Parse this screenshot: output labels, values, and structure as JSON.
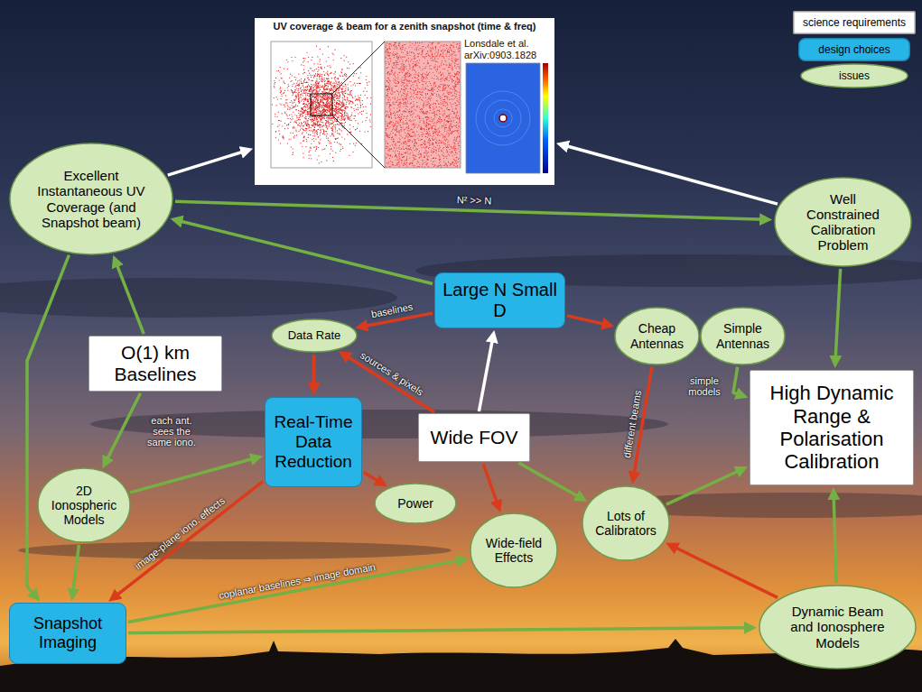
{
  "diagram": {
    "nodes": [
      {
        "text": [
          "UV coverage & beam for a zenith snapshot (time & freq)",
          "Lonsdale et al. arXiv:0903.1828"
        ]
      },
      {
        "text": [
          "Excellent Instantaneous UV Coverage (and Snapshot beam)"
        ]
      },
      {
        "text": [
          "Well Constrained Calibration Problem"
        ]
      },
      {
        "text": [
          "Large N Small D"
        ]
      },
      {
        "text": [
          "Data Rate"
        ]
      },
      {
        "text": [
          "Cheap Antennas"
        ]
      },
      {
        "text": [
          "Simple Antennas"
        ]
      },
      {
        "text": [
          "O(1) km Baselines"
        ]
      },
      {
        "text": [
          "Real-Time Data Reduction"
        ]
      },
      {
        "text": [
          "Wide FOV"
        ]
      },
      {
        "text": [
          "High Dynamic Range & Polarisation Calibration"
        ]
      },
      {
        "text": [
          "2D Ionospheric Models"
        ]
      },
      {
        "text": [
          "Power"
        ]
      },
      {
        "text": [
          "Lots of Calibrators"
        ]
      },
      {
        "text": [
          "Wide-field Effects"
        ]
      },
      {
        "text": [
          "Snapshot Imaging"
        ]
      },
      {
        "text": [
          "Dynamic Beam and Ionosphere Models"
        ]
      }
    ],
    "edges": [
      {
        "from": 1,
        "to": 0,
        "arrow": "to"
      },
      {
        "from": 2,
        "to": 0,
        "arrow": "to"
      },
      {
        "from": 1,
        "to": 2,
        "label": "N² >> N",
        "arrow": "to"
      },
      {
        "from": 3,
        "to": 1,
        "arrow": "to"
      },
      {
        "from": 7,
        "to": 1,
        "arrow": "to"
      },
      {
        "from": 1,
        "to": 15,
        "arrow": "to"
      },
      {
        "from": 2,
        "to": 10,
        "arrow": "to"
      },
      {
        "from": 3,
        "to": 4,
        "label": "baselines",
        "arrow": "to"
      },
      {
        "from": 3,
        "to": 5,
        "arrow": "to"
      },
      {
        "from": 9,
        "to": 3,
        "arrow": "to"
      },
      {
        "from": 9,
        "to": 4,
        "label": "sources & pixels",
        "arrow": "to"
      },
      {
        "from": 9,
        "to": 14,
        "arrow": "to"
      },
      {
        "from": 9,
        "to": 13,
        "arrow": "to"
      },
      {
        "from": 4,
        "to": 8,
        "arrow": "to"
      },
      {
        "from": 5,
        "to": 13,
        "label": "different beams",
        "arrow": "to"
      },
      {
        "from": 6,
        "to": 10,
        "label": "simple models",
        "arrow": "to"
      },
      {
        "from": 7,
        "to": 11,
        "label": "each ant. sees the same iono.",
        "arrow": "to"
      },
      {
        "from": 11,
        "to": 8,
        "arrow": "to"
      },
      {
        "from": 11,
        "to": 15,
        "arrow": "to"
      },
      {
        "from": 8,
        "to": 12,
        "arrow": "to"
      },
      {
        "from": 8,
        "to": 15,
        "label": "image-plane iono. effects",
        "arrow": "to"
      },
      {
        "from": 15,
        "to": 14,
        "label": "coplanar baselines ⇒ image domain",
        "arrow": "to"
      },
      {
        "from": 15,
        "to": 16,
        "arrow": "to"
      },
      {
        "from": 13,
        "to": 10,
        "arrow": "to"
      },
      {
        "from": 16,
        "to": 10,
        "arrow": "to"
      },
      {
        "from": 16,
        "to": 13,
        "arrow": "to"
      }
    ],
    "legend": [
      {
        "text": "science requirements",
        "color": "#ffffff"
      },
      {
        "text": "design choices",
        "color": "#27b5e8"
      },
      {
        "text": "issues",
        "color": "#d3e9ba"
      }
    ]
  }
}
